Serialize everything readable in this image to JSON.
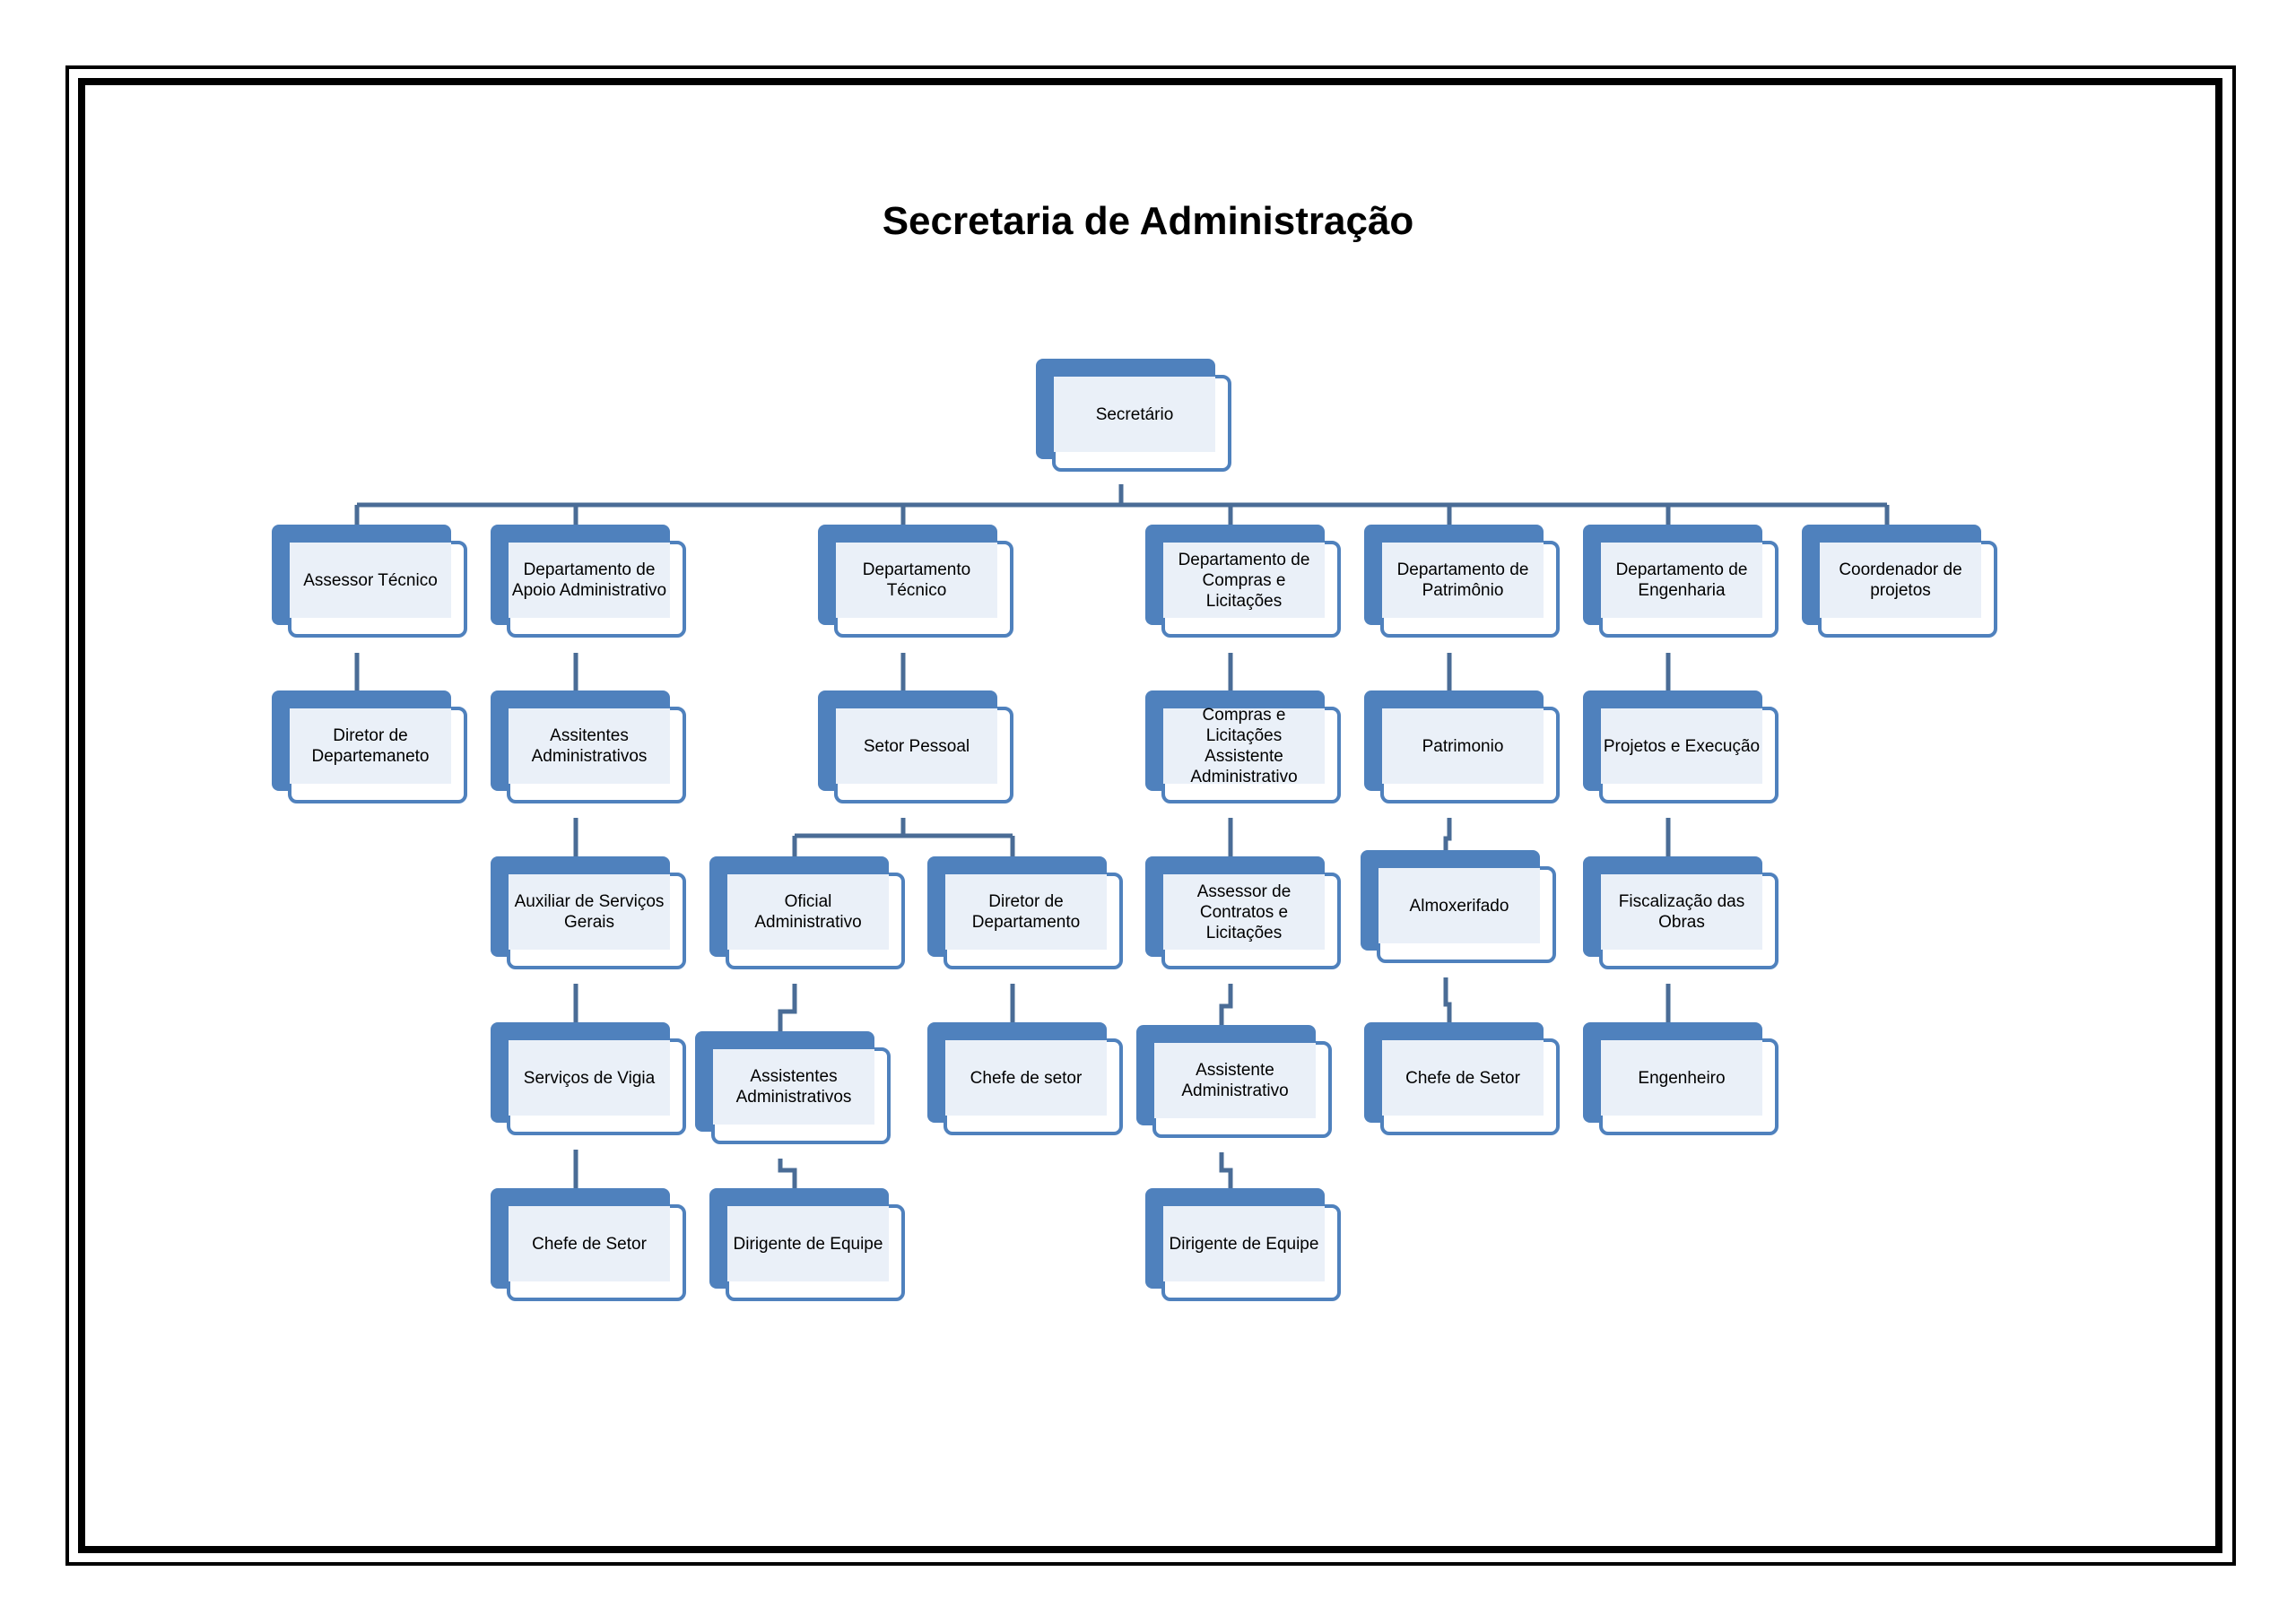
{
  "title": "Secretaria de Administração",
  "org_chart": {
    "root": "Secretário",
    "columns": [
      {
        "head": "Assessor Técnico",
        "children": [
          "Diretor de Departemaneto"
        ]
      },
      {
        "head": "Departamento de Apoio Administrativo",
        "children": [
          "Assitentes Administrativos",
          "Auxiliar de Serviços Gerais",
          "Serviços de Vigia",
          "Chefe de Setor"
        ]
      },
      {
        "head": "Departamento Técnico",
        "children": [
          "Setor Pessoal"
        ],
        "sub_branches": [
          {
            "head": "Oficial Administrativo",
            "children": [
              "Assistentes Administrativos",
              "Dirigente de Equipe"
            ]
          },
          {
            "head": "Diretor de Departamento",
            "children": [
              "Chefe de setor"
            ]
          }
        ]
      },
      {
        "head": "Departamento de Compras e Licitações",
        "children": [
          "Compras e Licitações Assistente Administrativo",
          "Assessor de Contratos e Licitações",
          "Assistente Administrativo",
          "Dirigente de Equipe"
        ]
      },
      {
        "head": "Departamento de Patrimônio",
        "children": [
          "Patrimonio",
          "Almoxerifado",
          "Chefe de Setor"
        ]
      },
      {
        "head": "Departamento de Engenharia",
        "children": [
          "Projetos e Execução",
          "Fiscalização das Obras",
          "Engenheiro"
        ]
      },
      {
        "head": "Coordenador de projetos",
        "children": []
      }
    ]
  },
  "colors": {
    "box_dark": "#4f81bd",
    "box_light": "#eaf0f8",
    "connector": "#4a6c96"
  }
}
